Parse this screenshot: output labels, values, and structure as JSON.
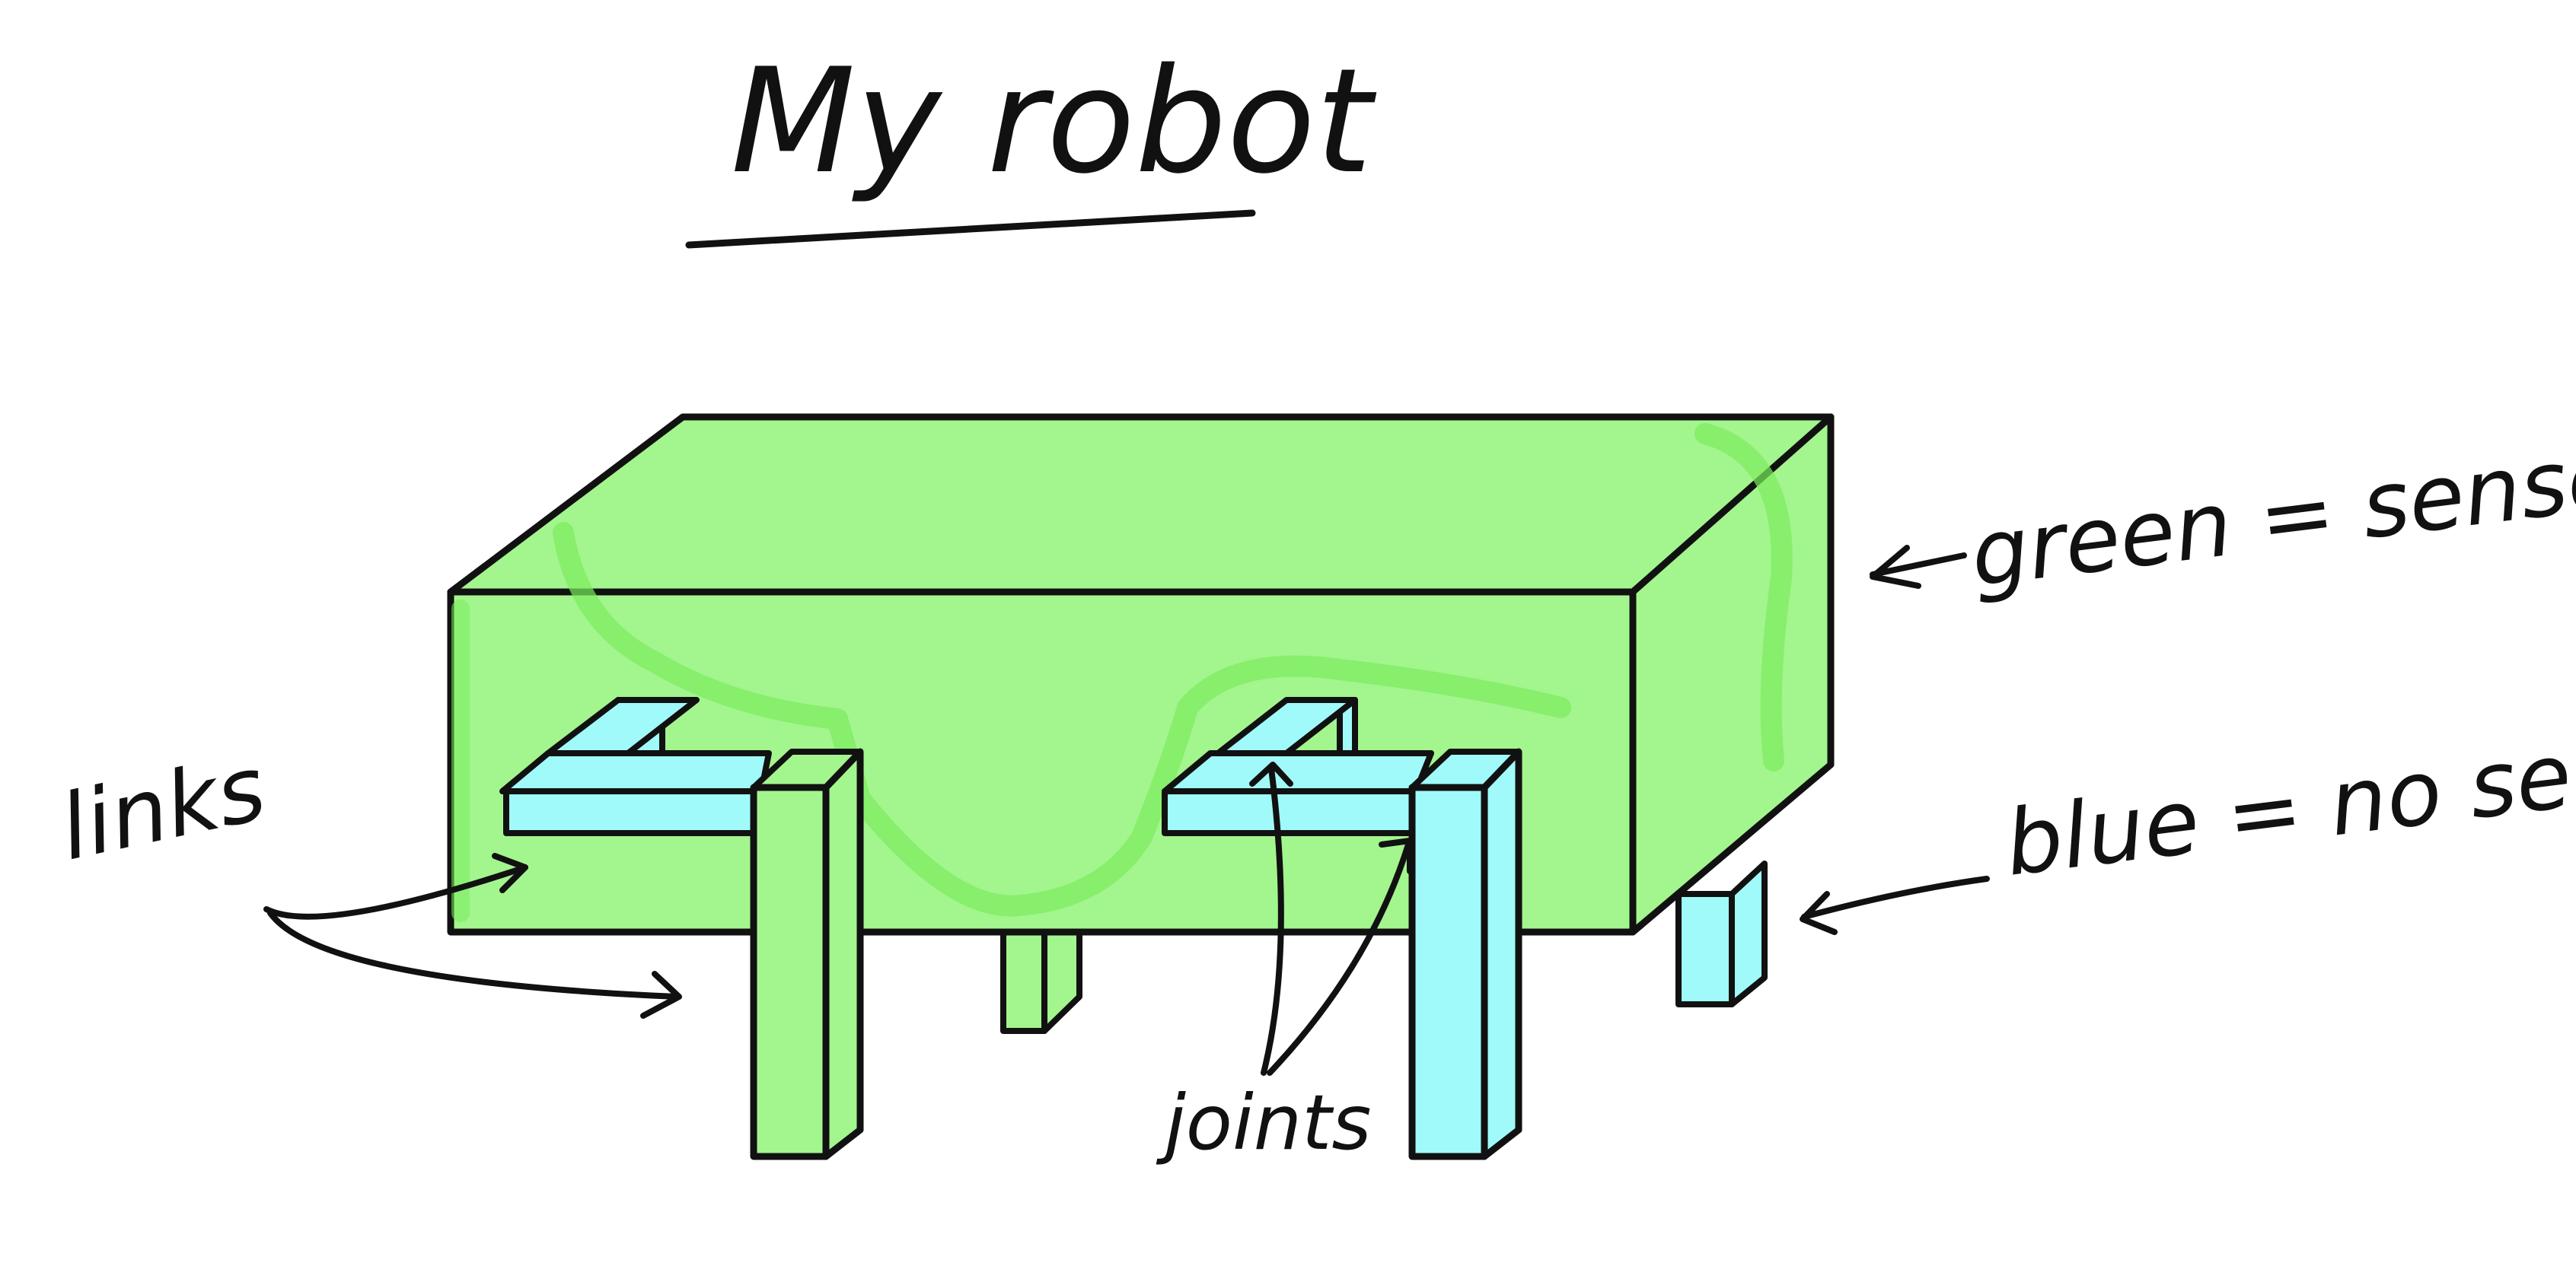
{
  "title": "My robot",
  "labels": {
    "links": "links",
    "joints": "joints",
    "green": "green = sensor",
    "blue": "blue = no sensor"
  },
  "colors": {
    "sensor_green": "#a3f58e",
    "sensor_green_stroke": "#7aed5c",
    "no_sensor_blue": "#a0fafa",
    "outline": "#111111"
  }
}
